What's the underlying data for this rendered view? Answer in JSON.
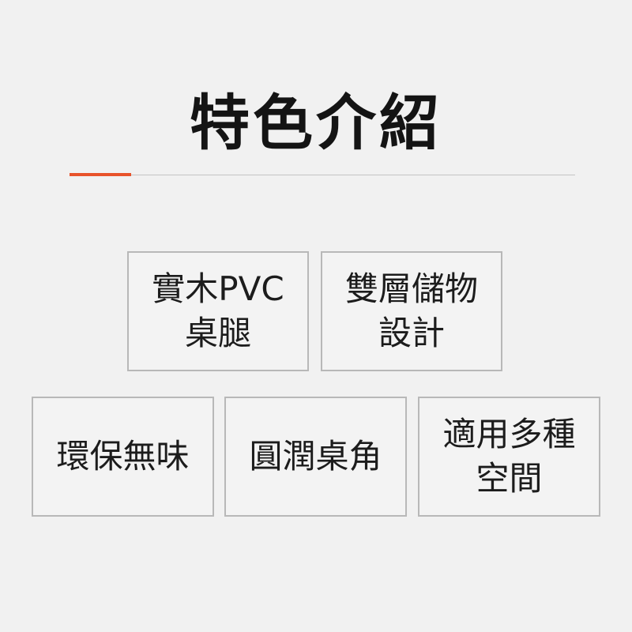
{
  "title": "特色介紹",
  "accent_color": "#e8532b",
  "features": [
    {
      "lines": [
        "實木PVC",
        "桌腿"
      ]
    },
    {
      "lines": [
        "雙層儲物",
        "設計"
      ]
    },
    {
      "lines": [
        "環保無味"
      ]
    },
    {
      "lines": [
        "圓潤桌角"
      ]
    },
    {
      "lines": [
        "適用多種",
        "空間"
      ]
    }
  ]
}
